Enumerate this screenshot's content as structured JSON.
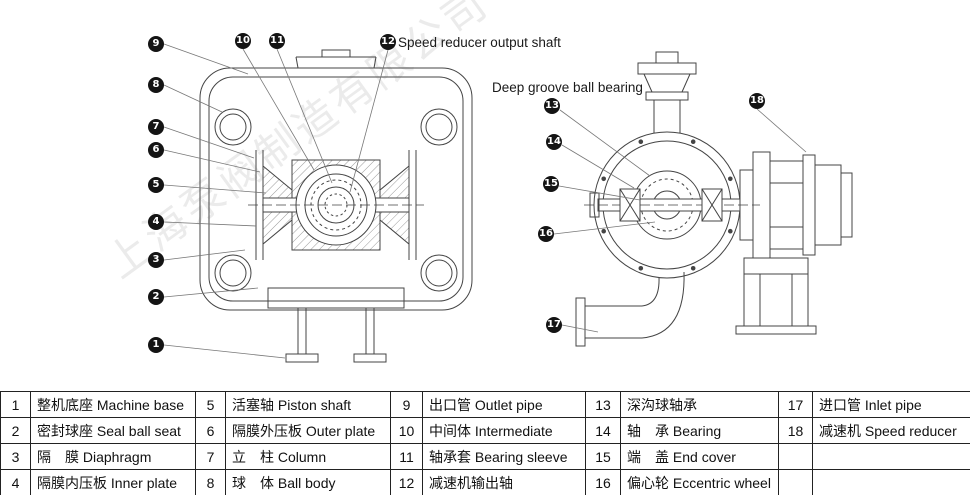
{
  "diagram": {
    "watermark": "上海泵阀制造有限公司",
    "annotations": {
      "speed_reducer_output_shaft": "Speed reducer output shaft",
      "deep_groove_ball_bearing": "Deep groove ball bearing"
    },
    "callouts": [
      "1",
      "2",
      "3",
      "4",
      "5",
      "6",
      "7",
      "8",
      "9",
      "10",
      "11",
      "12",
      "13",
      "14",
      "15",
      "16",
      "17",
      "18"
    ]
  },
  "table": {
    "rows": [
      [
        "1",
        "整机底座 Machine base",
        "5",
        "活塞轴 Piston shaft",
        "9",
        "出口管 Outlet pipe",
        "13",
        "深沟球轴承",
        "17",
        "进口管 Inlet pipe"
      ],
      [
        "2",
        "密封球座 Seal ball seat",
        "6",
        "隔膜外压板 Outer plate",
        "10",
        "中间体 Intermediate",
        "14",
        "轴　承 Bearing",
        "18",
        "减速机 Speed reducer"
      ],
      [
        "3",
        "隔　膜 Diaphragm",
        "7",
        "立　柱 Column",
        "11",
        "轴承套 Bearing sleeve",
        "15",
        "端　盖 End cover",
        "",
        ""
      ],
      [
        "4",
        "隔膜内压板 Inner plate",
        "8",
        "球　体 Ball body",
        "12",
        "减速机输出轴",
        "16",
        "偏心轮 Eccentric wheel",
        "",
        ""
      ]
    ]
  }
}
